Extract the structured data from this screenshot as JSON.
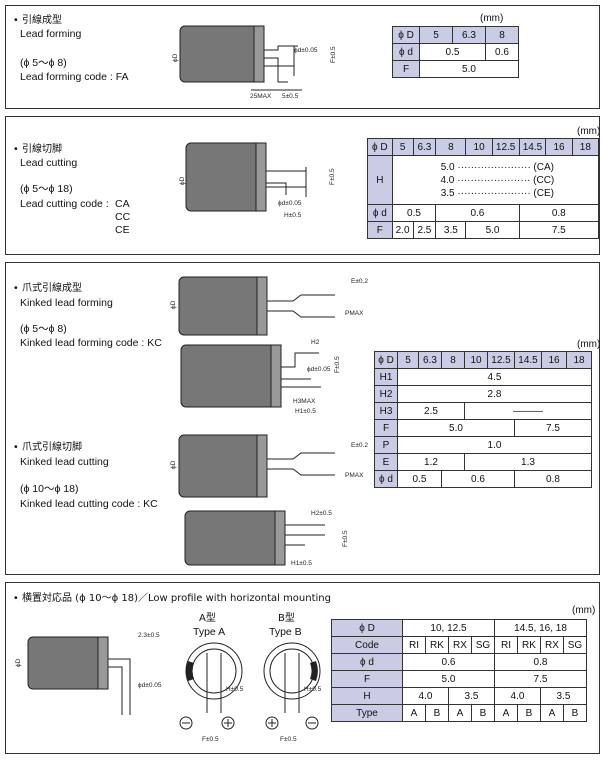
{
  "s1": {
    "title_jp": "引線成型",
    "title_en": "Lead forming",
    "range": "(ϕ 5～ϕ 8)",
    "code": "Lead forming code : FA",
    "mm": "(mm)",
    "dims": {
      "phiD": "ϕD",
      "f": "F±0.5",
      "pd": "ϕd±0.05",
      "l25": "25MAX",
      "l5": "5±0.5"
    },
    "table": {
      "r1": [
        "ϕ D",
        "5",
        "6.3",
        "8"
      ],
      "r2": [
        "ϕ d",
        "0.5",
        "0.6"
      ],
      "r3": [
        "F",
        "5.0"
      ]
    }
  },
  "s2": {
    "title_jp": "引線切脚",
    "title_en": "Lead cutting",
    "range": "(ϕ 5～ϕ 18)",
    "code_label": "Lead cutting code : ",
    "codes": [
      "CA",
      "CC",
      "CE"
    ],
    "mm": "(mm)",
    "dims": {
      "phiD": "ϕD",
      "f": "F±0.5",
      "pd": "ϕd±0.05",
      "h": "H±0.5"
    },
    "table": {
      "hdr": [
        "ϕ D",
        "5",
        "6.3",
        "8",
        "10",
        "12.5",
        "14.5",
        "16",
        "18"
      ],
      "h_label": "H",
      "h_lines": [
        "5.0 ······················ (CA)",
        "4.0 ······················ (CC)",
        "3.5 ······················ (CE)"
      ],
      "d_label": "ϕ d",
      "d_vals": [
        "0.5",
        "0.6",
        "0.8"
      ],
      "f_label": "F",
      "f_vals": [
        "2.0",
        "2.5",
        "3.5",
        "5.0",
        "7.5"
      ]
    }
  },
  "s3": {
    "a_title_jp": "爪式引線成型",
    "a_title_en": "Kinked lead forming",
    "a_range": "(ϕ 5～ϕ 8)",
    "a_code": "Kinked lead forming code : KC",
    "b_title_jp": "爪式引線切脚",
    "b_title_en": "Kinked lead cutting",
    "b_range": "(ϕ 10～ϕ 18)",
    "b_code": "Kinked lead cutting code : KC",
    "mm": "(mm)",
    "dims": {
      "phiD": "ϕD",
      "e": "E±0.2",
      "p": "PMAX",
      "h2": "H2",
      "pd": "ϕd±0.05",
      "f": "F±0.5",
      "h3": "H3MAX",
      "h1": "H1±0.5",
      "h2b": "H2±0.5"
    },
    "table": {
      "hdr": [
        "ϕ D",
        "5",
        "6.3",
        "8",
        "10",
        "12.5",
        "14.5",
        "16",
        "18"
      ],
      "h1": [
        "H1",
        "4.5"
      ],
      "h2": [
        "H2",
        "2.8"
      ],
      "h3": [
        "H3",
        "2.5",
        "———"
      ],
      "f": [
        "F",
        "5.0",
        "7.5"
      ],
      "p": [
        "P",
        "1.0"
      ],
      "e": [
        "E",
        "1.2",
        "1.3"
      ],
      "d": [
        "ϕ d",
        "0.5",
        "0.6",
        "0.8"
      ]
    }
  },
  "s4": {
    "title": "横置対応品 (ϕ 10～ϕ 18)／Low profile with horizontal mounting",
    "type_a_jp": "A型",
    "type_a": "Type A",
    "type_b_jp": "B型",
    "type_b": "Type B",
    "mm": "(mm)",
    "dims": {
      "phiD": "ϕD",
      "t": "2.3±0.5",
      "pd": "ϕd±0.05",
      "h": "H±0.5",
      "f": "F±0.5"
    },
    "table": {
      "hdr": [
        "ϕ D",
        "10, 12.5",
        "14.5, 16, 18"
      ],
      "code": [
        "Code",
        "RI",
        "RK",
        "RX",
        "SG",
        "RI",
        "RK",
        "RX",
        "SG"
      ],
      "d": [
        "ϕ d",
        "0.6",
        "0.8"
      ],
      "f": [
        "F",
        "5.0",
        "7.5"
      ],
      "h": [
        "H",
        "4.0",
        "3.5",
        "4.0",
        "3.5"
      ],
      "type": [
        "Type",
        "A",
        "B",
        "A",
        "B",
        "A",
        "B",
        "A",
        "B"
      ]
    }
  }
}
